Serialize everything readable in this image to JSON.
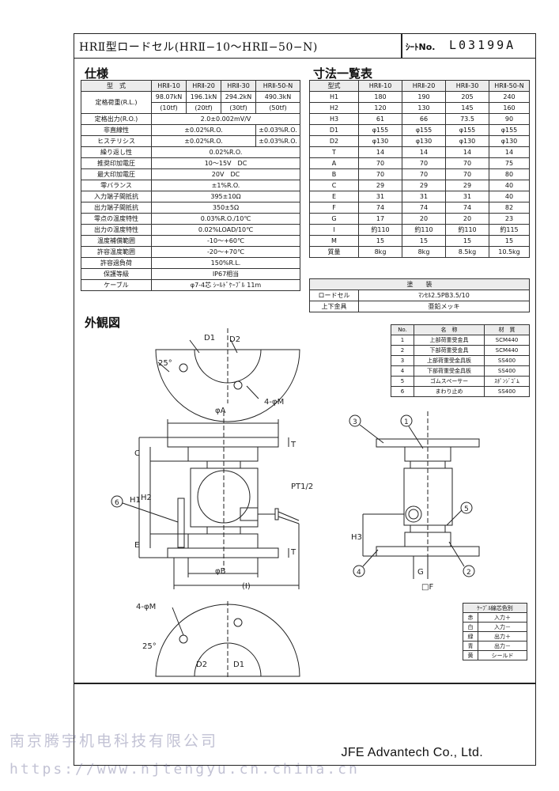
{
  "header": {
    "title": "HRⅡ型ロードセル(HRⅡ−10〜HRⅡ−50−N)",
    "sheet_label": "ｼｰﾄNo.",
    "sheet_no": "L03199A"
  },
  "spec": {
    "heading": "仕様",
    "col_headers": [
      "型　式",
      "HRⅡ-10",
      "HRⅡ-20",
      "HRⅡ-30",
      "HRⅡ-50-N"
    ],
    "rated_load_label": "定格荷重(R.L.)",
    "rated_load_kn": [
      "98.07kN",
      "196.1kN",
      "294.2kN",
      "490.3kN"
    ],
    "rated_load_tf": [
      "(10tf)",
      "(20tf)",
      "(30tf)",
      "(50tf)"
    ],
    "rows": [
      {
        "label": "定格出力(R.O.)",
        "value": "2.0±0.002mV/V"
      },
      {
        "label": "非直線性",
        "value": "±0.02%R.O.",
        "value2": "±0.03%R.O."
      },
      {
        "label": "ヒステリシス",
        "value": "±0.02%R.O.",
        "value2": "±0.03%R.O."
      },
      {
        "label": "繰り返し性",
        "value": "0.02%R.O."
      },
      {
        "label": "推奨印加電圧",
        "value": "10〜15V　DC"
      },
      {
        "label": "最大印加電圧",
        "value": "20V　DC"
      },
      {
        "label": "零バランス",
        "value": "±1%R.O."
      },
      {
        "label": "入力端子間抵抗",
        "value": "395±10Ω"
      },
      {
        "label": "出力端子間抵抗",
        "value": "350±5Ω"
      },
      {
        "label": "零点の温度特性",
        "value": "0.03%R.O./10℃"
      },
      {
        "label": "出力の温度特性",
        "value": "0.02%LOAD/10℃"
      },
      {
        "label": "温度補償範囲",
        "value": "-10〜+60℃"
      },
      {
        "label": "許容温度範囲",
        "value": "-20〜+70℃"
      },
      {
        "label": "許容過負荷",
        "value": "150%R.L."
      },
      {
        "label": "保護等級",
        "value": "IP67相当"
      },
      {
        "label": "ケーブル",
        "value": "φ7-4芯 ｼｰﾙﾄﾞｹｰﾌﾞﾙ 11m"
      }
    ]
  },
  "dims": {
    "heading": "寸法一覧表",
    "col_headers": [
      "型式",
      "HRⅡ-10",
      "HRⅡ-20",
      "HRⅡ-30",
      "HRⅡ-50-N"
    ],
    "rows": [
      [
        "H1",
        "180",
        "190",
        "205",
        "240"
      ],
      [
        "H2",
        "120",
        "130",
        "145",
        "160"
      ],
      [
        "H3",
        "61",
        "66",
        "73.5",
        "90"
      ],
      [
        "D1",
        "φ155",
        "φ155",
        "φ155",
        "φ155"
      ],
      [
        "D2",
        "φ130",
        "φ130",
        "φ130",
        "φ130"
      ],
      [
        "T",
        "14",
        "14",
        "14",
        "14"
      ],
      [
        "A",
        "70",
        "70",
        "70",
        "75"
      ],
      [
        "B",
        "70",
        "70",
        "70",
        "80"
      ],
      [
        "C",
        "29",
        "29",
        "29",
        "40"
      ],
      [
        "E",
        "31",
        "31",
        "31",
        "40"
      ],
      [
        "F",
        "74",
        "74",
        "74",
        "82"
      ],
      [
        "G",
        "17",
        "20",
        "20",
        "23"
      ],
      [
        "I",
        "約110",
        "約110",
        "約110",
        "約115"
      ],
      [
        "M",
        "15",
        "15",
        "15",
        "15"
      ],
      [
        "質量",
        "8kg",
        "8kg",
        "8.5kg",
        "10.5kg"
      ]
    ]
  },
  "coating": {
    "heading": "塗　　装",
    "rows": [
      [
        "ロードセル",
        "ﾏﾝｾﾙ2.5PB3.5/10"
      ],
      [
        "上下金具",
        "亜鉛メッキ"
      ]
    ]
  },
  "parts": {
    "headers": [
      "No.",
      "名　称",
      "材　質"
    ],
    "rows": [
      [
        "1",
        "上部荷重受金具",
        "SCM440"
      ],
      [
        "2",
        "下部荷重受金具",
        "SCM440"
      ],
      [
        "3",
        "上部荷重受金具板",
        "SS400"
      ],
      [
        "4",
        "下部荷重受金具板",
        "SS400"
      ],
      [
        "5",
        "ゴムスペーサー",
        "ｽﾎﾟﾝｼﾞｺﾞﾑ"
      ],
      [
        "6",
        "まわり止め",
        "SS400"
      ]
    ]
  },
  "cable": {
    "title": "ｹｰﾌﾞﾙ線芯色別",
    "rows": [
      [
        "赤",
        "入力＋"
      ],
      [
        "白",
        "入力－"
      ],
      [
        "緑",
        "出力＋"
      ],
      [
        "青",
        "出力－"
      ],
      [
        "黄",
        "シールド"
      ]
    ]
  },
  "drawing": {
    "heading": "外観図",
    "labels": {
      "d1": "D1",
      "d2": "D2",
      "angle": "25°",
      "phiA": "φA",
      "phiB": "φB",
      "fourM": "4-φM",
      "pt": "PT1/2",
      "c": "C",
      "t": "T",
      "h1": "H1",
      "h2": "H2",
      "e": "E",
      "i": "(I)",
      "h3": "H3",
      "g": "G",
      "f": "□F",
      "n1": "1",
      "n2": "2",
      "n3": "3",
      "n4": "4",
      "n5": "5",
      "n6": "6"
    }
  },
  "footer": {
    "company": "JFE Advantech Co., Ltd.",
    "watermark_cn": "南京腾宇机电科技有限公司",
    "watermark_url": "https://www.njtengyu.cn.china.cn"
  }
}
